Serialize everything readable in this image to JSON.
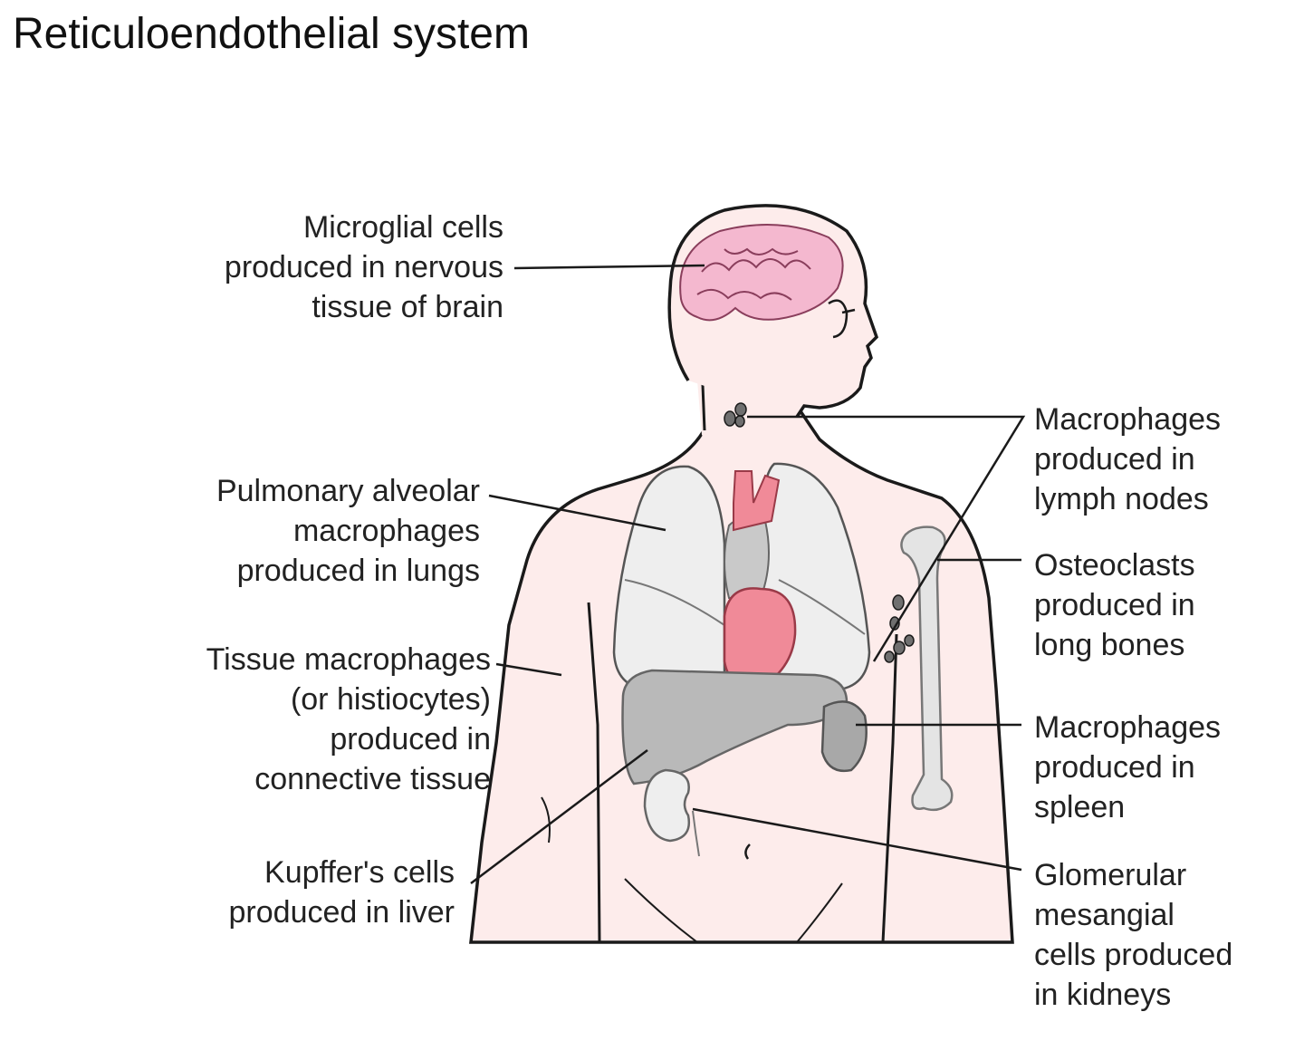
{
  "title": "Reticuloendothelial system",
  "labels": {
    "microglial": [
      "Microglial cells",
      "produced in nervous",
      "tissue of brain"
    ],
    "pulmonary": [
      "Pulmonary alveolar",
      "macrophages",
      "produced in lungs"
    ],
    "tissue": [
      "Tissue macrophages",
      "(or histiocytes)",
      "produced in",
      "connective tissue"
    ],
    "kupffer": [
      "Kupffer's cells",
      "produced in liver"
    ],
    "lymph": [
      "Macrophages",
      "produced in",
      "lymph nodes"
    ],
    "osteoclasts": [
      "Osteoclasts",
      "produced in",
      "long bones"
    ],
    "spleen": [
      "Macrophages",
      "produced in",
      "spleen"
    ],
    "glomerular": [
      "Glomerular",
      "mesangial",
      "cells produced",
      "in kidneys"
    ]
  },
  "colors": {
    "skin": "#fdeceb",
    "outline": "#1a1a1a",
    "brain": "#f4b8cf",
    "heart": "#f08a98",
    "lung": "#eeeeee",
    "liver": "#b9b9b9",
    "bone": "#e4e4e4"
  }
}
